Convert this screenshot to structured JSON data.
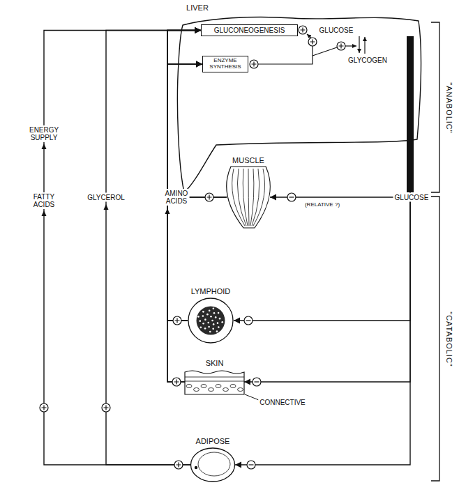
{
  "diagram": {
    "nodes": [
      {
        "text": [
          "LIVER"
        ]
      },
      {
        "text": [
          "GLUCONEOGENESIS"
        ],
        "in": 0
      },
      {
        "text": [
          "ENZYME SYNTHESIS"
        ],
        "in": 0
      },
      {
        "text": [
          "MUSCLE"
        ]
      },
      {
        "text": [
          "LYMPHOID"
        ]
      },
      {
        "text": [
          "SKIN"
        ]
      },
      {
        "text": [
          "ADIPOSE"
        ]
      }
    ],
    "edges": [
      {
        "from": 3,
        "to": 1,
        "arrow": "to"
      },
      {
        "from": 3,
        "to": 2,
        "arrow": "to"
      },
      {
        "from": 4,
        "to": 1,
        "arrow": "to"
      },
      {
        "from": 4,
        "to": 2,
        "arrow": "to"
      },
      {
        "from": 5,
        "to": 1,
        "arrow": "to"
      },
      {
        "from": 5,
        "to": 2,
        "arrow": "to"
      },
      {
        "from": 6,
        "to": 1,
        "arrow": "to"
      },
      {
        "from": 6,
        "to": 1,
        "arrow": "to"
      },
      {
        "from": 0,
        "to": 3,
        "arrow": "to"
      },
      {
        "from": 0,
        "to": 4,
        "arrow": "to"
      },
      {
        "from": 0,
        "to": 5,
        "arrow": "to"
      },
      {
        "from": 0,
        "to": 6,
        "arrow": "to"
      }
    ],
    "labels": [
      "GLUCOSE",
      "GLYCOGEN",
      "\"ANABOLIC\"",
      "ENERGY SUPPLY",
      "FATTY ACIDS",
      "GLYCEROL",
      "AMINO ACIDS",
      "(RELATIVE ?)",
      "GLUCOSE",
      "CONNECTIVE",
      "\"CATABOLIC\""
    ]
  }
}
